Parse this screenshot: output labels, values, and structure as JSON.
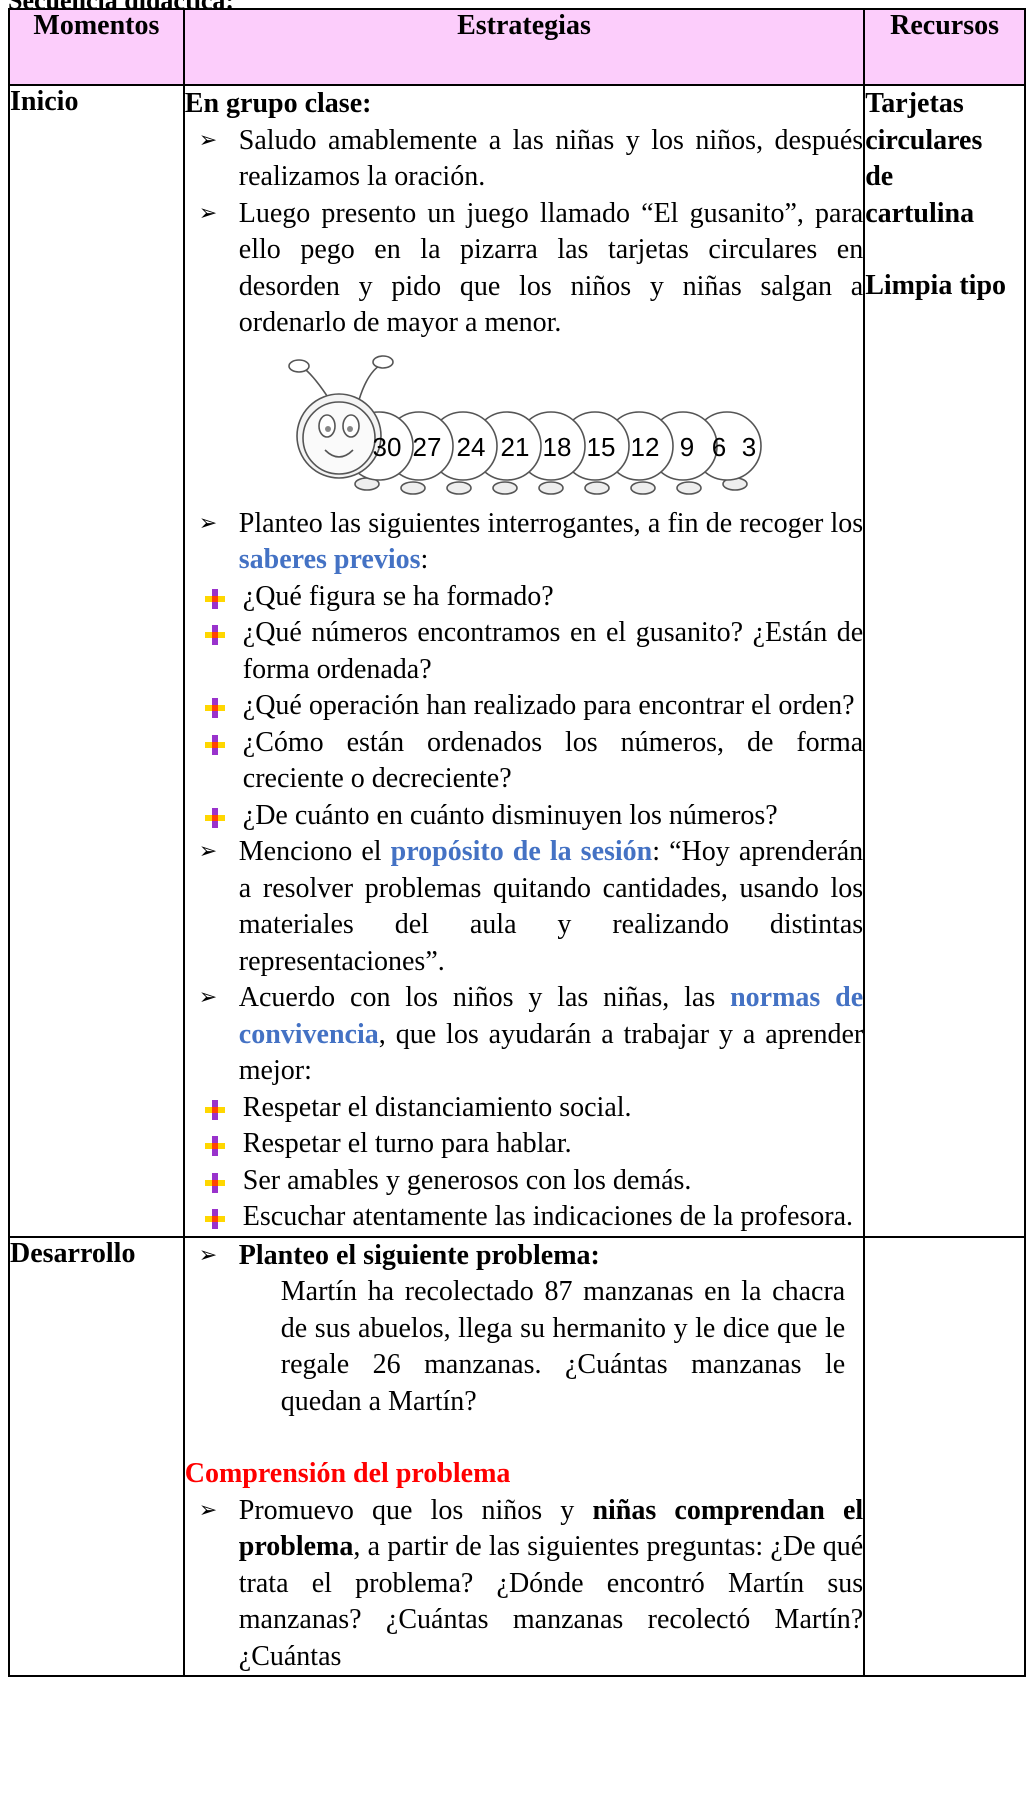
{
  "page_heading": "Secuencia didáctica:",
  "table": {
    "headers": [
      "Momentos",
      "Estrategias",
      "Recursos"
    ],
    "inicio": {
      "moment": "Inicio",
      "group_title": "En grupo clase:",
      "p1": "Saludo amablemente a las niñas y los niños, después realizamos la oración.",
      "p2": "Luego presento un juego llamado “El gusanito”, para ello pego en la pizarra las tarjetas circulares en desorden y pido que los niños y niñas salgan a ordenarlo de mayor a menor.",
      "caterpillar_numbers": [
        "30",
        "27",
        "24",
        "21",
        "18",
        "15",
        "12",
        "9",
        "6",
        "3"
      ],
      "p3_before": "Planteo las siguientes interrogantes, a fin de recoger los ",
      "p3_highlight": "saberes previos",
      "p3_after": ":",
      "questions": [
        "¿Qué figura se ha formado?",
        "¿Qué números encontramos en el gusanito? ¿Están de forma ordenada?",
        "¿Qué operación han realizado para encontrar el orden?",
        "¿Cómo están ordenados los números, de forma creciente o decreciente?",
        "¿De cuánto en cuánto disminuyen los números?"
      ],
      "p4_before": "Menciono el ",
      "p4_highlight": "propósito de la sesión",
      "p4_after": ": “Hoy aprenderán a resolver problemas quitando cantidades, usando los materiales del aula y realizando distintas representaciones”.",
      "p5_before": "Acuerdo con los niños y las niñas, las ",
      "p5_highlight": "normas de convivencia",
      "p5_after": ", que los ayudarán a trabajar y a aprender mejor:",
      "norms": [
        "Respetar el distanciamiento social.",
        "Respetar el turno para hablar.",
        "Ser amables y generosos con los demás.",
        "Escuchar atentamente las indicaciones de la profesora."
      ],
      "resources_1": [
        "Tarjetas",
        "circulares",
        "de",
        "cartulina"
      ],
      "resources_2": "Limpia tipo"
    },
    "desarrollo": {
      "moment": "Desarrollo",
      "p1": "Planteo el siguiente problema:",
      "problem": "Martín ha recolectado 87 manzanas en la chacra de sus abuelos, llega su hermanito y le dice que le regale 26 manzanas. ¿Cuántas manzanas le quedan a Martín?",
      "section_title": "Comprensión del problema",
      "p2_before": "Promuevo que los niños y ",
      "p2_bold": "niñas comprendan el problema",
      "p2_after": ", a partir de las siguientes preguntas: ¿De qué trata el problema? ¿Dónde encontró Martín sus manzanas? ¿Cuántas manzanas recolectó Martín? ¿Cuántas"
    }
  }
}
